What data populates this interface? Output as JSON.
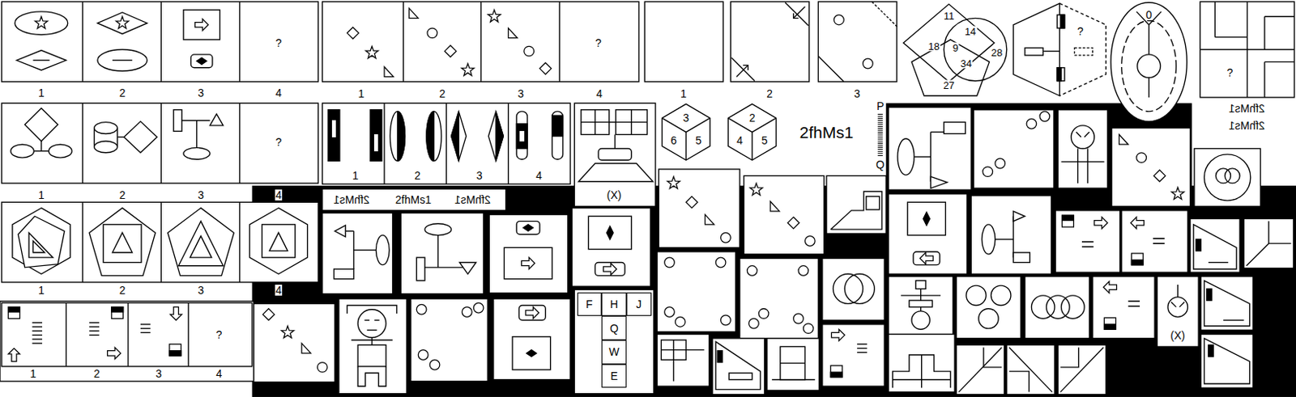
{
  "diagram": {
    "nodes": [
      {
        "text": [
          "F"
        ]
      },
      {
        "text": [
          "H"
        ]
      },
      {
        "text": [
          "J"
        ]
      },
      {
        "text": [
          "Q"
        ]
      },
      {
        "text": [
          "W"
        ]
      },
      {
        "text": [
          "E"
        ]
      }
    ],
    "labels": [
      "1",
      "2",
      "3",
      "4",
      "?",
      "1",
      "2",
      "3",
      "4",
      "?",
      "1",
      "2",
      "3",
      "11",
      "14",
      "18",
      "9",
      "34",
      "28",
      "27",
      "?",
      "0",
      "?",
      "2fhMs1",
      "2fhMs1",
      "1",
      "2",
      "3",
      "4",
      "?",
      "1",
      "2",
      "3",
      "4",
      "2fhMs1",
      "2fhMs1",
      "2fhMs1",
      "(X)",
      "3",
      "6",
      "5",
      "2",
      "4",
      "5",
      "2fhMs1",
      "P",
      "Q",
      "1",
      "2",
      "3",
      "4",
      "1",
      "2",
      "3",
      "4",
      "?",
      "(X)"
    ]
  }
}
